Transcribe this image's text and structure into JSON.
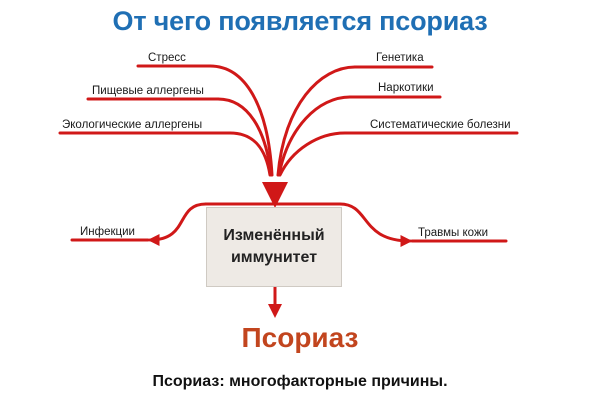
{
  "title": "От чего появляется псориаз",
  "causes": {
    "top_left": [
      "Стресс",
      "Пищевые аллергены",
      "Экологические аллергены"
    ],
    "top_right": [
      "Генетика",
      "Наркотики",
      "Систематические болезни"
    ],
    "side_left": "Инфекции",
    "side_right": "Травмы кожи"
  },
  "center": {
    "line1": "Изменённый",
    "line2": "иммунитет"
  },
  "result": "Псориаз",
  "caption": "Псориаз: многофакторные причины.",
  "colors": {
    "title": "#1f6fb4",
    "lines": "#d01818",
    "result": "#c2451e",
    "box": "#eeeae5"
  }
}
